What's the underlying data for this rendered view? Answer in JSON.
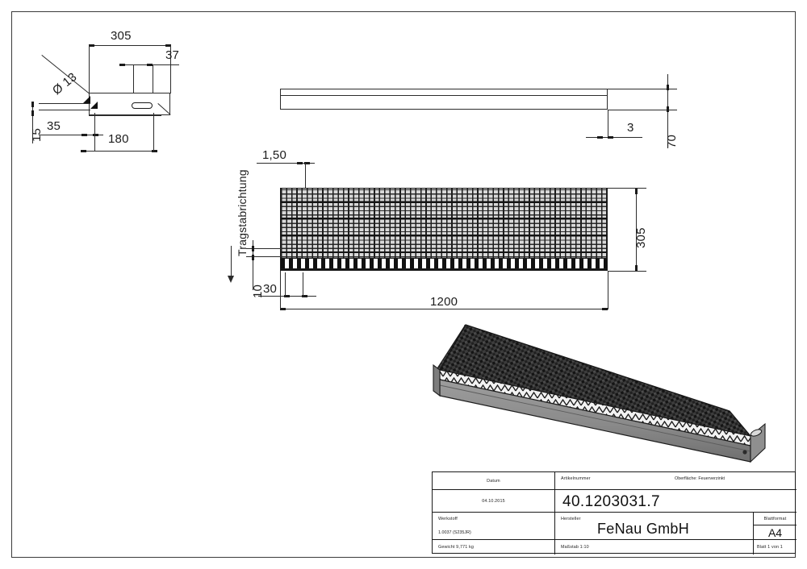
{
  "document": {
    "kind": "technical-drawing",
    "sheet_format": "A4"
  },
  "detail_view": {
    "name": "bracket-detail",
    "dimensions": {
      "width_total": "305",
      "hole_offset": "37",
      "hole_diameter": "Ø 13",
      "height": "15",
      "edge_offset": "35",
      "hole_spacing": "180"
    }
  },
  "side_view": {
    "name": "side-elevation",
    "dimensions": {
      "thickness": "3",
      "height": "70"
    }
  },
  "plan_view": {
    "name": "plan-grating",
    "direction_label": "Tragstabrichtung",
    "dimensions": {
      "bar_thickness": "1,50",
      "bar_pitch": "30",
      "cross_pitch": "10",
      "length": "1200",
      "width": "305"
    }
  },
  "title_block": {
    "labels": {
      "datum": "Datum",
      "werkstoff": "Werkstoff",
      "gewicht": "Gewicht 9,771 kg",
      "artikelnummer": "Artikelnummer",
      "hersteller": "Hersteller",
      "oberflaeche": "Oberfläche:  Feuerverzinkt",
      "massstab": "Maßstab 1:10",
      "blatt": "Blatt 1 von 1",
      "blattformat": "Blattformat"
    },
    "values": {
      "datum": "04.10.2015",
      "werkstoff": "1.0037 (S235JR)",
      "artikelnummer": "40.1203031.7",
      "hersteller": "FeNau GmbH",
      "blattformat": "A4"
    }
  },
  "colors": {
    "line": "#2b2b2b",
    "line_dark": "#1a1a1a",
    "frame": "#3a3a3a",
    "grating_fill": "#d8d8d8",
    "iso_top": "#3c3c3c",
    "iso_side": "#8a8a8a"
  }
}
